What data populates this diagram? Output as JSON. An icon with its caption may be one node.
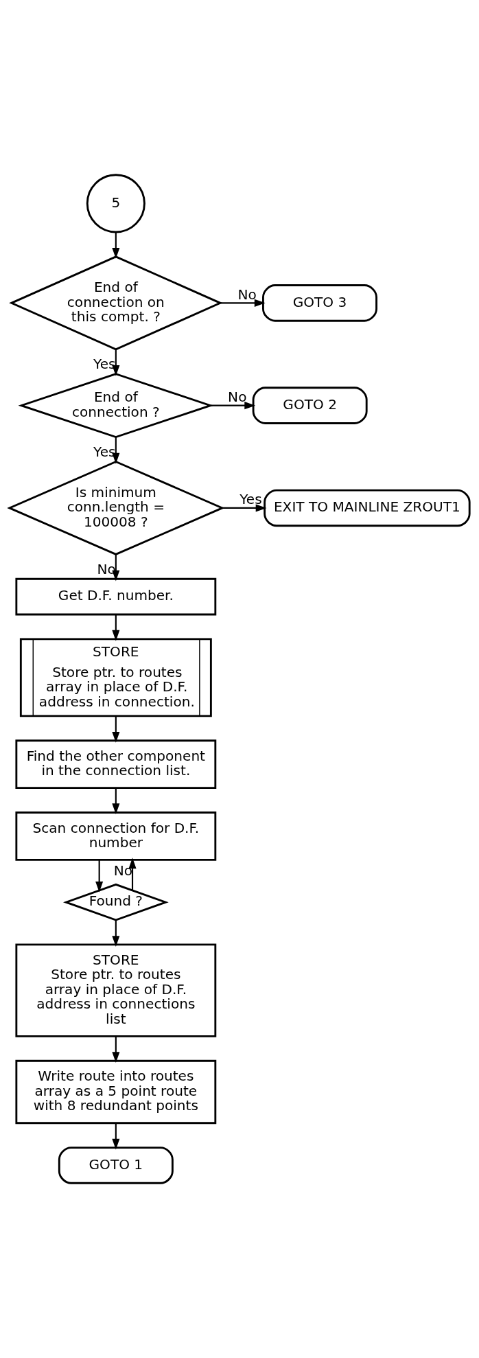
{
  "diagram": {
    "nodes": [
      {
        "text": [
          "5"
        ]
      },
      {
        "text": [
          "End of connection on this compt. ?"
        ]
      },
      {
        "text": [
          "GOTO 3"
        ]
      },
      {
        "text": [
          "End of connection ?"
        ]
      },
      {
        "text": [
          "GOTO 2"
        ]
      },
      {
        "text": [
          "Is minimum conn.length = 100008 ?"
        ]
      },
      {
        "text": [
          "EXIT TO MAINLINE ZROUT1"
        ]
      },
      {
        "text": [
          "Get D.F. number."
        ]
      },
      {
        "text": [
          "STORE",
          "Store ptr. to routes array in place of D.F. address in connection."
        ]
      },
      {
        "text": [
          "Find the other component in the connection list."
        ]
      },
      {
        "text": [
          "Scan connection for D.F. number"
        ]
      },
      {
        "text": [
          "Found ?"
        ]
      },
      {
        "text": [
          "STORE",
          "Store ptr. to routes array in place of D.F. address in connections list"
        ]
      },
      {
        "text": [
          "Write route into routes array as a 5 point route with 8 redundant points"
        ]
      },
      {
        "text": [
          "GOTO 1"
        ]
      }
    ],
    "edges": [
      {
        "from": 0,
        "to": 1,
        "arrow": "to"
      },
      {
        "from": 1,
        "to": 2,
        "arrow": "to",
        "label": "No"
      },
      {
        "from": 1,
        "to": 3,
        "arrow": "to",
        "label": "Yes"
      },
      {
        "from": 3,
        "to": 4,
        "arrow": "to",
        "label": "No"
      },
      {
        "from": 3,
        "to": 5,
        "arrow": "to",
        "label": "Yes"
      },
      {
        "from": 5,
        "to": 6,
        "arrow": "to",
        "label": "Yes"
      },
      {
        "from": 5,
        "to": 7,
        "arrow": "to",
        "label": "No"
      },
      {
        "from": 7,
        "to": 8,
        "arrow": "to"
      },
      {
        "from": 8,
        "to": 9,
        "arrow": "to"
      },
      {
        "from": 9,
        "to": 10,
        "arrow": "to"
      },
      {
        "from": 10,
        "to": 11,
        "arrow": "to"
      },
      {
        "from": 11,
        "to": 10,
        "arrow": "to",
        "label": "No"
      },
      {
        "from": 11,
        "to": 12,
        "arrow": "to"
      },
      {
        "from": 12,
        "to": 13,
        "arrow": "to"
      },
      {
        "from": 13,
        "to": 14,
        "arrow": "to"
      }
    ]
  }
}
